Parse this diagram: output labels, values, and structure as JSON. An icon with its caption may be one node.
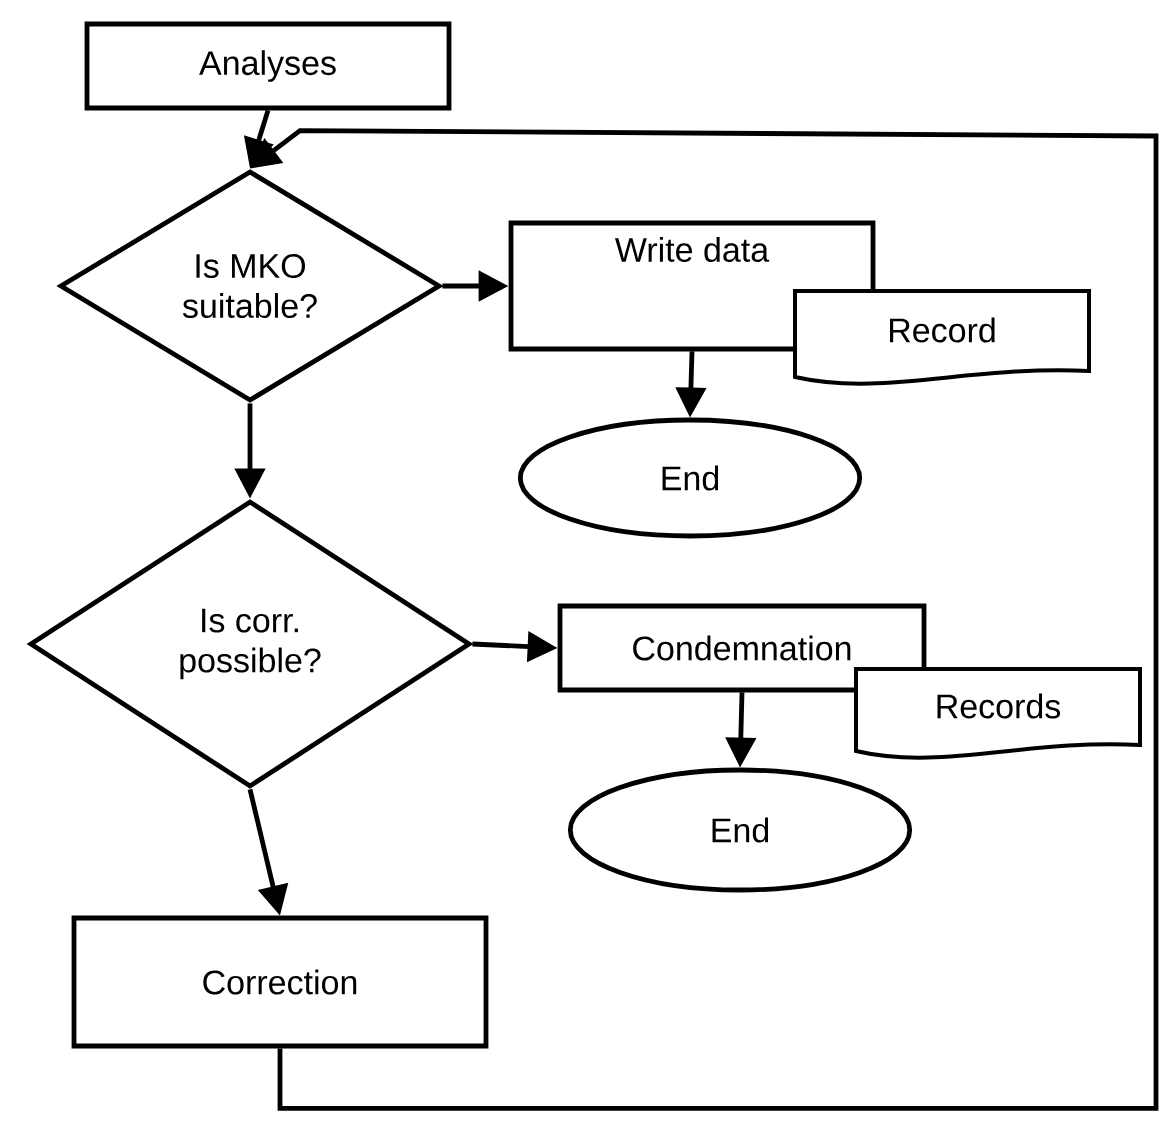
{
  "diagram": {
    "nodes": [
      {
        "text": [
          "Analyses"
        ]
      },
      {
        "text": [
          "Is MKO suitable?"
        ]
      },
      {
        "text": [
          "Write data"
        ]
      },
      {
        "text": [
          "Record"
        ]
      },
      {
        "text": [
          "End"
        ]
      },
      {
        "text": [
          "Is corr. possible?"
        ]
      },
      {
        "text": [
          "Condemnation"
        ]
      },
      {
        "text": [
          "Records"
        ]
      },
      {
        "text": [
          "End"
        ]
      },
      {
        "text": [
          "Correction"
        ]
      }
    ],
    "edges": [
      {
        "from": 0,
        "to": 1,
        "arrow": "to"
      },
      {
        "from": 1,
        "to": 2,
        "arrow": "to"
      },
      {
        "from": 2,
        "to": 4,
        "arrow": "to"
      },
      {
        "from": 1,
        "to": 5,
        "arrow": "to"
      },
      {
        "from": 5,
        "to": 6,
        "arrow": "to"
      },
      {
        "from": 6,
        "to": 8,
        "arrow": "to"
      },
      {
        "from": 5,
        "to": 9,
        "arrow": "to"
      },
      {
        "from": 9,
        "to": 1,
        "arrow": "to"
      }
    ]
  }
}
